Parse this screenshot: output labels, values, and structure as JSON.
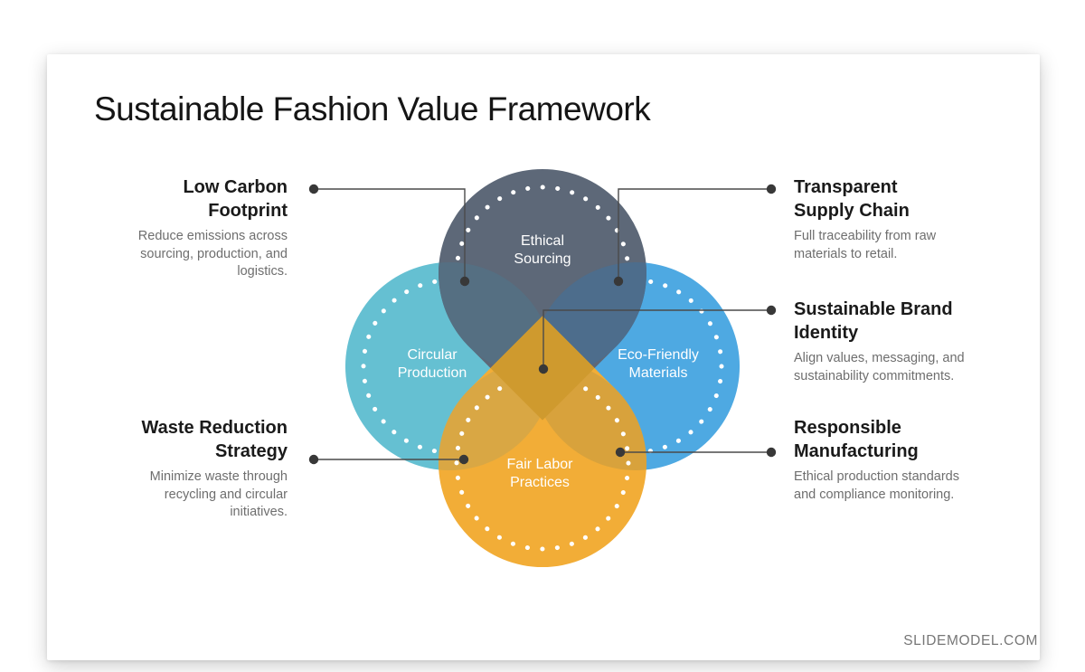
{
  "slide": {
    "title": "Sustainable Fashion Value Framework"
  },
  "page": {
    "footer": "SLIDEMODEL.COM"
  },
  "style": {
    "connector_line_color": "#4a4a4a",
    "connector_dot_color": "#383838",
    "ring_color": "#ffffff"
  },
  "venn": {
    "ethical": {
      "label1": "Ethical",
      "label2": "Sourcing",
      "color": "#5d6878"
    },
    "circular": {
      "label1": "Circular",
      "label2": "Production",
      "color": "#65c0d2"
    },
    "eco": {
      "label1": "Eco-Friendly",
      "label2": "Materials",
      "color": "#4ea9e2"
    },
    "fair": {
      "label1": "Fair Labor",
      "label2": "Practices",
      "color": "#f2ad37"
    },
    "overlaps": {
      "ethical_circular": "#556f82",
      "ethical_eco": "#4d6d8c",
      "fair_circular": "#d9a744",
      "fair_eco": "#d8a23c",
      "center": "#cf9a2e"
    }
  },
  "callouts": [
    {
      "heading_lines": [
        "Low Carbon",
        "Footprint"
      ],
      "desc_lines": [
        "Reduce emissions across",
        "sourcing, production, and",
        "logistics."
      ]
    },
    {
      "heading_lines": [
        "Transparent",
        "Supply Chain"
      ],
      "desc_lines": [
        "Full traceability from raw",
        "materials to retail."
      ]
    },
    {
      "heading_lines": [
        "Sustainable Brand",
        "Identity"
      ],
      "desc_lines": [
        "Align values, messaging, and",
        "sustainability commitments."
      ]
    },
    {
      "heading_lines": [
        "Waste Reduction",
        "Strategy"
      ],
      "desc_lines": [
        "Minimize waste through",
        "recycling and circular",
        "initiatives."
      ]
    },
    {
      "heading_lines": [
        "Responsible",
        "Manufacturing"
      ],
      "desc_lines": [
        "Ethical production standards",
        "and compliance monitoring."
      ]
    }
  ]
}
